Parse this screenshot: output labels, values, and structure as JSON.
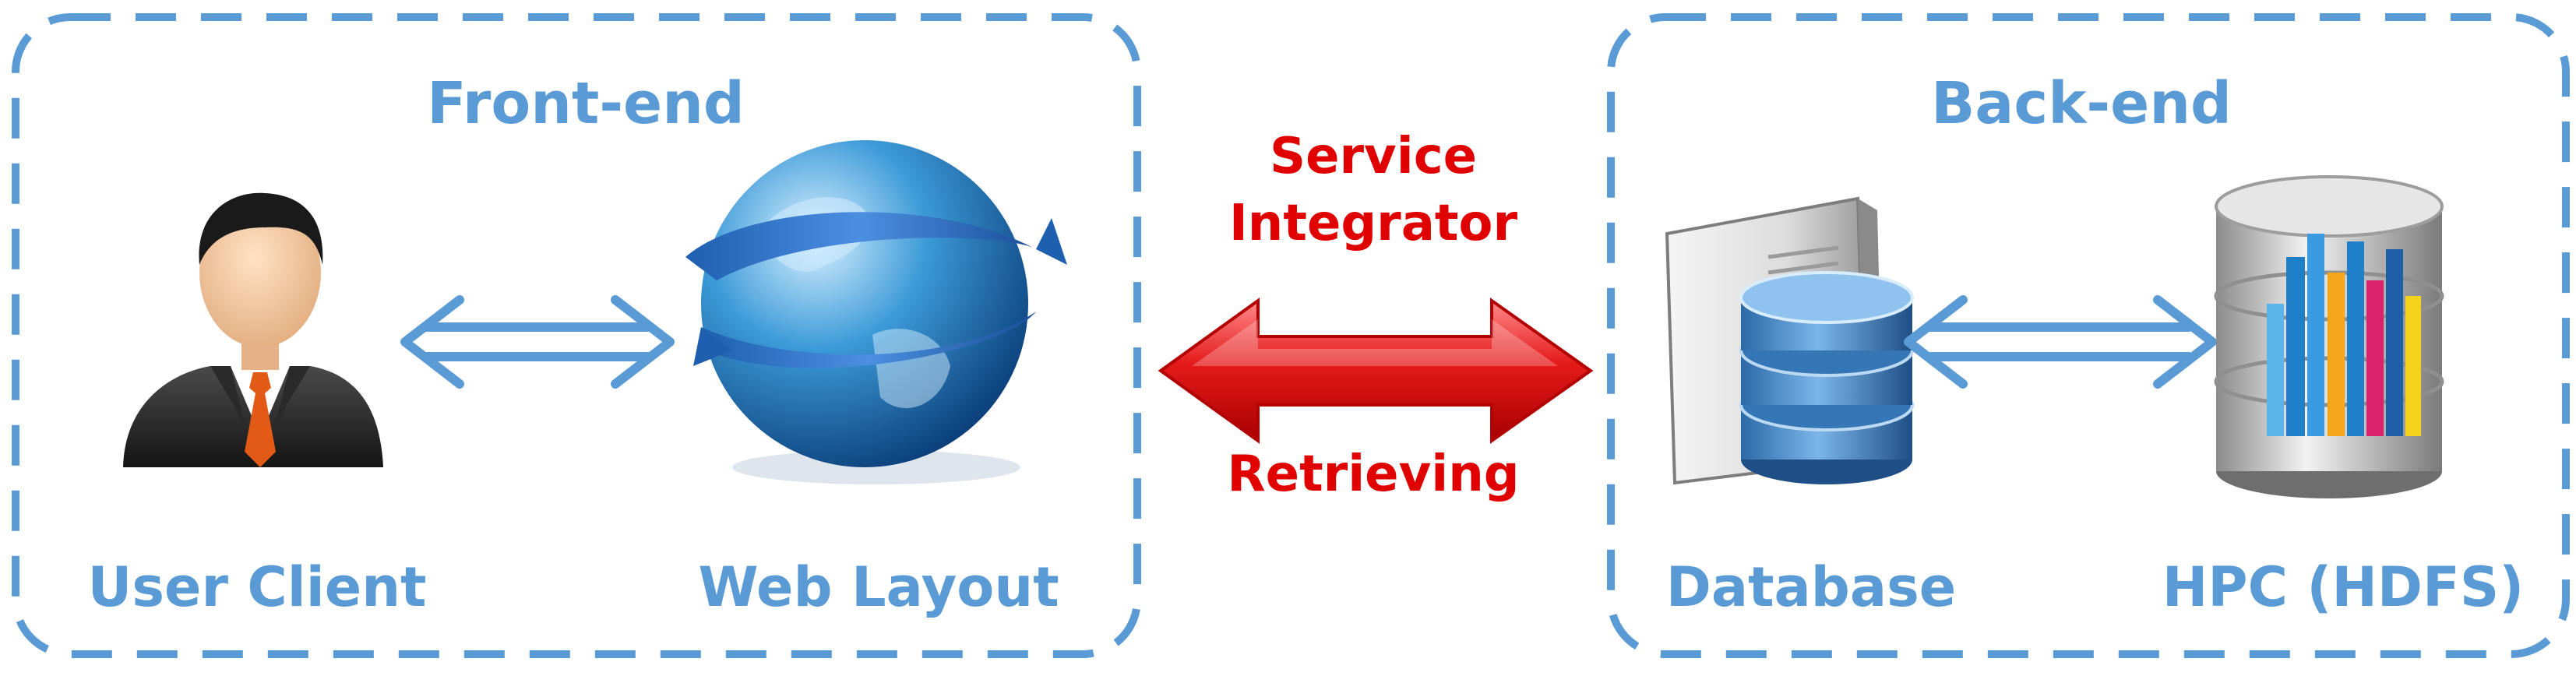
{
  "frontend": {
    "title": "Front-end",
    "user_label": "User Client",
    "web_label": "Web Layout"
  },
  "backend": {
    "title": "Back-end",
    "db_label": "Database",
    "hpc_label": "HPC (HDFS)"
  },
  "integrator": {
    "line1": "Service",
    "line2": "Integrator",
    "bottom": "Retrieving"
  },
  "colors": {
    "box_border": "#5b9bd5",
    "label_blue": "#5b9bd5",
    "label_red": "#e00000",
    "arrow_red": "#e00000",
    "arrow_blue": "#5b9bd5"
  },
  "icons": {
    "user": "businessman-icon",
    "web": "globe-icon",
    "db": "database-server-icon",
    "hpc": "hdfs-storage-icon"
  }
}
